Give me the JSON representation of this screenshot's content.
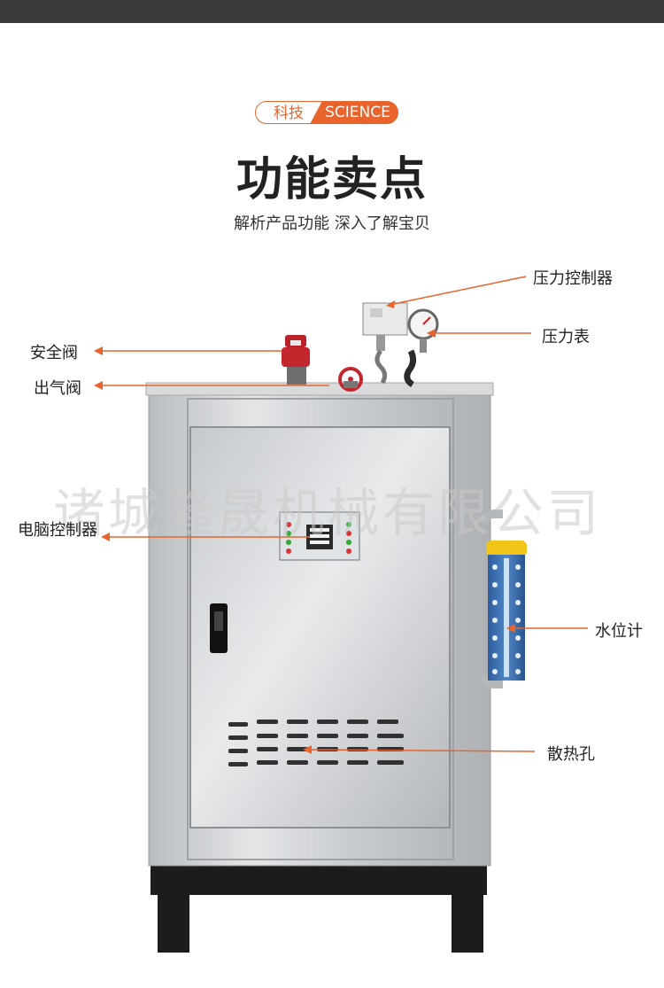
{
  "header": {
    "tag_cn": "科技",
    "tag_en": "SCIENCE",
    "title": "功能卖点",
    "subtitle": "解析产品功能  深入了解宝贝"
  },
  "watermark": "诸城隆晟机械有限公司",
  "callouts": {
    "pressure_controller": "压力控制器",
    "pressure_gauge": "压力表",
    "safety_valve": "安全阀",
    "outlet_valve": "出气阀",
    "computer_controller": "电脑控制器",
    "water_level_gauge": "水位计",
    "vent_holes": "散热孔"
  },
  "colors": {
    "accent": "#e8642c",
    "arrow": "#e8642c",
    "topbar": "#3a3a3a"
  }
}
